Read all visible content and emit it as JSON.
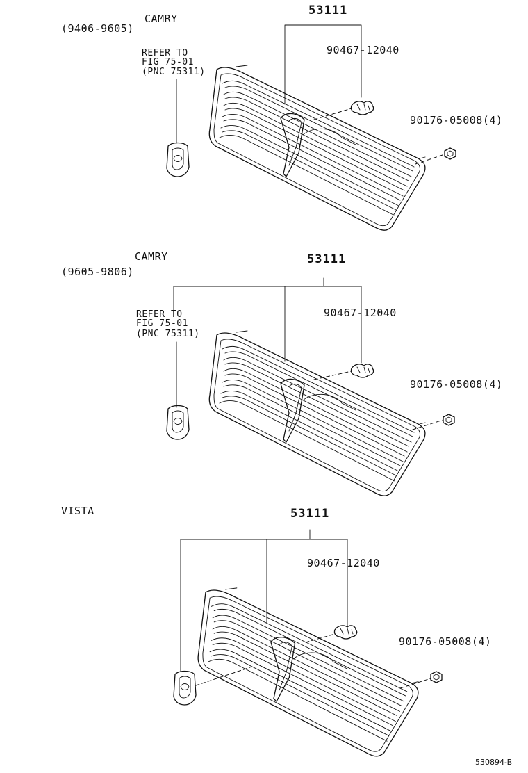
{
  "sections": [
    {
      "model": "CAMRY",
      "period": "(9406-9605)",
      "main_part": "53111",
      "refer_line1": "REFER TO",
      "refer_line2": "FIG 75-01",
      "refer_line3": "(PNC 75311)",
      "clip_part": "90467-12040",
      "nut_part": "90176-05008(4)"
    },
    {
      "model": "CAMRY",
      "period": "(9605-9806)",
      "main_part": "53111",
      "refer_line1": "REFER TO",
      "refer_line2": "FIG 75-01",
      "refer_line3": "(PNC 75311)",
      "clip_part": "90467-12040",
      "nut_part": "90176-05008(4)"
    },
    {
      "model": "VISTA",
      "main_part": "53111",
      "clip_part": "90467-12040",
      "nut_part": "90176-05008(4)"
    }
  ],
  "figure_id": "530894-B"
}
